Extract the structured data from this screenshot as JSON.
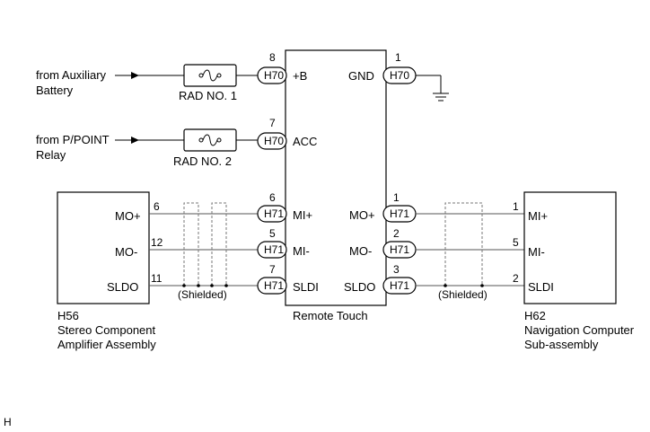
{
  "sources": {
    "aux_battery": [
      "from Auxiliary",
      "Battery"
    ],
    "ppoint_relay": [
      "from P/POINT",
      "Relay"
    ]
  },
  "fuses": {
    "fuse1": "RAD NO. 1",
    "fuse2": "RAD NO. 2"
  },
  "remote_touch": {
    "label": "Remote Touch",
    "left_terminals": [
      {
        "pin": "8",
        "connector": "H70",
        "name": "+B"
      },
      {
        "pin": "7",
        "connector": "H70",
        "name": "ACC"
      },
      {
        "pin": "6",
        "connector": "H71",
        "name": "MI+"
      },
      {
        "pin": "5",
        "connector": "H71",
        "name": "MI-"
      },
      {
        "pin": "7",
        "connector": "H71",
        "name": "SLDI"
      }
    ],
    "right_terminals": [
      {
        "pin": "1",
        "connector": "H70",
        "name": "GND"
      },
      {
        "pin": "1",
        "connector": "H71",
        "name": "MO+"
      },
      {
        "pin": "2",
        "connector": "H71",
        "name": "MO-"
      },
      {
        "pin": "3",
        "connector": "H71",
        "name": "SLDO"
      }
    ]
  },
  "amplifier": {
    "code": "H56",
    "name_lines": [
      "Stereo Component",
      "Amplifier Assembly"
    ],
    "terminals": [
      {
        "pin": "6",
        "name": "MO+"
      },
      {
        "pin": "12",
        "name": "MO-"
      },
      {
        "pin": "11",
        "name": "SLDO"
      }
    ]
  },
  "nav_computer": {
    "code": "H62",
    "name_lines": [
      "Navigation Computer",
      "Sub-assembly"
    ],
    "terminals": [
      {
        "pin": "1",
        "name": "MI+"
      },
      {
        "pin": "5",
        "name": "MI-"
      },
      {
        "pin": "2",
        "name": "SLDI"
      }
    ]
  },
  "shield_labels": {
    "left": "(Shielded)",
    "right": "(Shielded)"
  },
  "footer_mark": "H"
}
